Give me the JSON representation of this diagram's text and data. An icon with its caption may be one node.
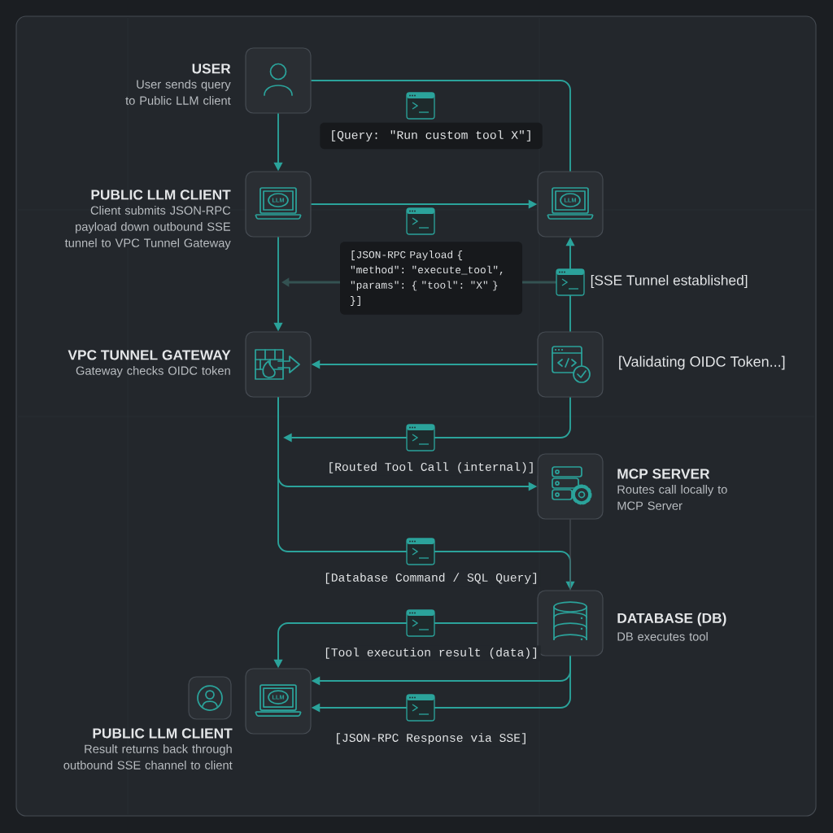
{
  "diagram": {
    "nodes": [
      {
        "text": [
          "USER",
          "User sends query to Public LLM client"
        ]
      },
      {
        "text": [
          "PUBLIC LLM CLIENT",
          "Client submits JSON-RPC payload down outbound SSE tunnel to VPC Tunnel Gateway"
        ]
      },
      {
        "text": [],
        "shape": "box"
      },
      {
        "text": [
          "VPC TUNNEL GATEWAY",
          "Gateway checks OIDC token"
        ]
      },
      {
        "text": [],
        "shape": "box",
        "beside": [
          "[Validating OIDC Token...]"
        ]
      },
      {
        "text": [
          "MCP SERVER",
          "Routes call locally to MCP Server"
        ]
      },
      {
        "text": [
          "DATABASE (DB)",
          "DB executes tool"
        ]
      },
      {
        "text": [],
        "shape": "box"
      },
      {
        "text": [
          "PUBLIC LLM CLIENT",
          "Result returns back through outbound SSE channel to client"
        ]
      }
    ],
    "edges": [
      {
        "from": 0,
        "to": 2,
        "arrow": "none",
        "label": "[Query: \"Run custom tool X\"]"
      },
      {
        "from": 0,
        "to": 1,
        "arrow": "to"
      },
      {
        "from": 1,
        "to": 2,
        "arrow": "to",
        "label": "[JSON-RPC Payload { \"method\": \"execute_tool\", \"params\": { \"tool\": \"X\" } }]"
      },
      {
        "from": 1,
        "to": 3,
        "arrow": "to"
      },
      {
        "from": 4,
        "to": 2,
        "arrow": "to",
        "label": "[SSE Tunnel established]"
      },
      {
        "from": 4,
        "to": 3,
        "arrow": "to"
      },
      {
        "from": 4,
        "to": null,
        "arrow": "to",
        "label": "[Routed Tool Call (internal)]"
      },
      {
        "from": 3,
        "to": 5,
        "arrow": "to"
      },
      {
        "from": 3,
        "to": 6,
        "arrow": "to",
        "label": "[Database Command / SQL Query]"
      },
      {
        "from": 5,
        "to": 6,
        "arrow": "none",
        "color": "#4b5158"
      },
      {
        "from": 6,
        "to": 8,
        "arrow": "to",
        "label": "[Tool execution result (data)]"
      },
      {
        "from": 6,
        "to": 8,
        "arrow": "to"
      },
      {
        "from": 6,
        "to": 8,
        "arrow": "to",
        "label": "[JSON-RPC Response via SSE]"
      }
    ],
    "labels": [
      "LLM",
      "LLM",
      "LLM"
    ]
  }
}
